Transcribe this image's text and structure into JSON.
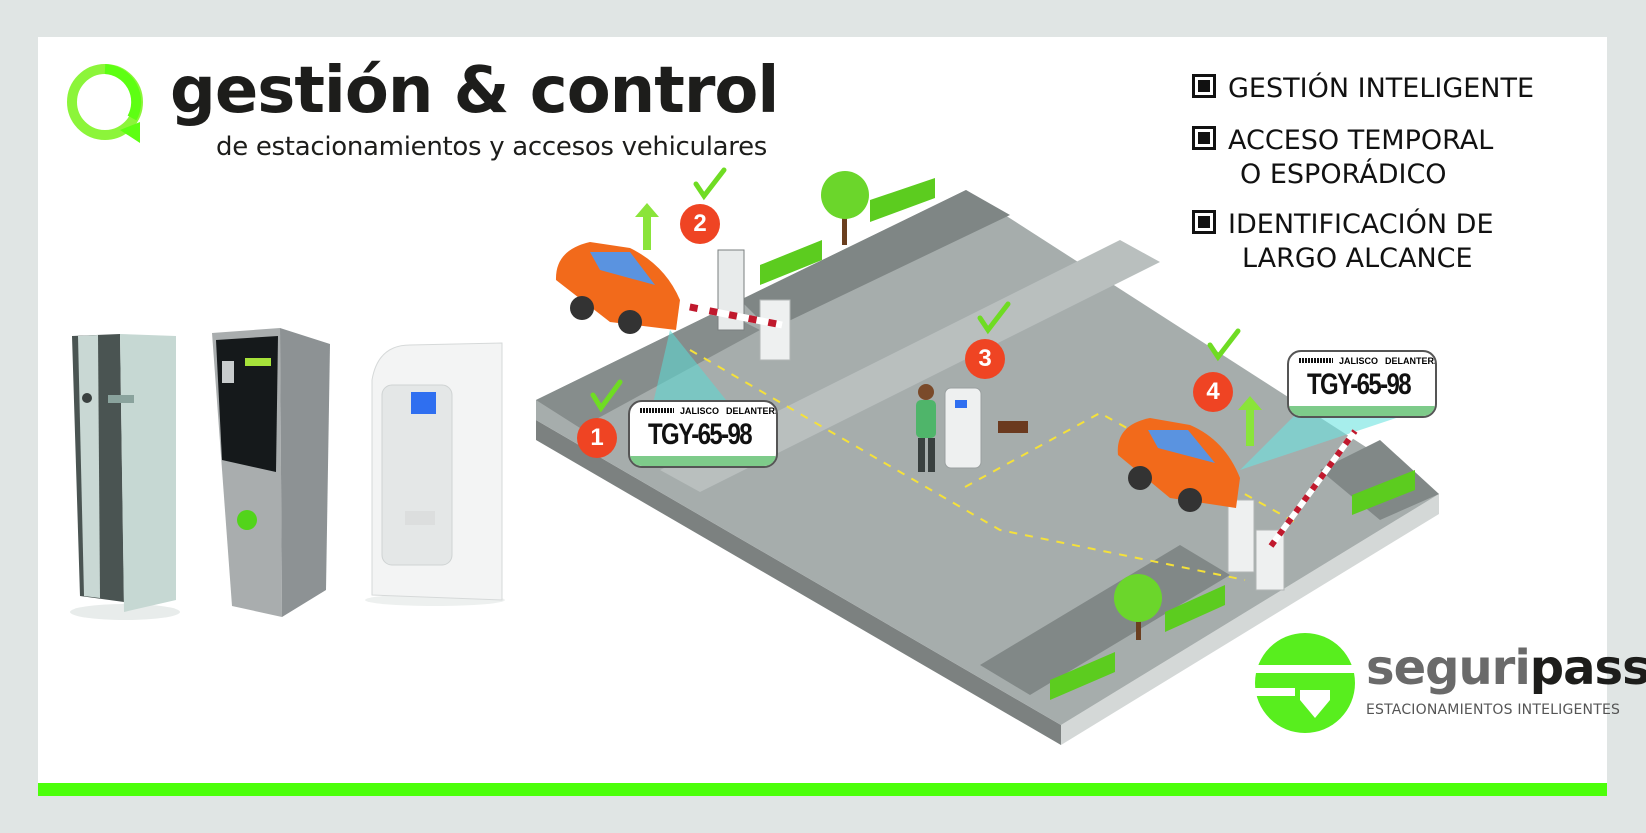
{
  "header": {
    "title": "gestión & control",
    "subtitle": "de estacionamientos y accesos vehiculares",
    "logo_icon": "speech-bubble-q-icon"
  },
  "features": [
    {
      "icon": "square-bullet-icon",
      "lines": [
        "GESTIÓN INTELIGENTE"
      ]
    },
    {
      "icon": "square-bullet-icon",
      "lines": [
        "ACCESO TEMPORAL",
        "O ESPORÁDICO"
      ]
    },
    {
      "icon": "square-bullet-icon",
      "lines": [
        "IDENTIFICACIÓN DE",
        "LARGO ALCANCE"
      ]
    }
  ],
  "steps": [
    "1",
    "2",
    "3",
    "4"
  ],
  "plates": [
    {
      "number": "TGY-65-98",
      "state": "JALISCO",
      "side": "DELANTERA"
    },
    {
      "number": "TGY-65-98",
      "state": "JALISCO",
      "side": "DELANTERA"
    }
  ],
  "brand": {
    "name_light": "seguri",
    "name_dark": "pass",
    "tagline": "ESTACIONAMIENTOS INTELIGENTES"
  },
  "colors": {
    "accent_green": "#4cff0a",
    "step_red": "#ef4423",
    "car_orange": "#f26a1b",
    "background": "#e0e5e4"
  }
}
